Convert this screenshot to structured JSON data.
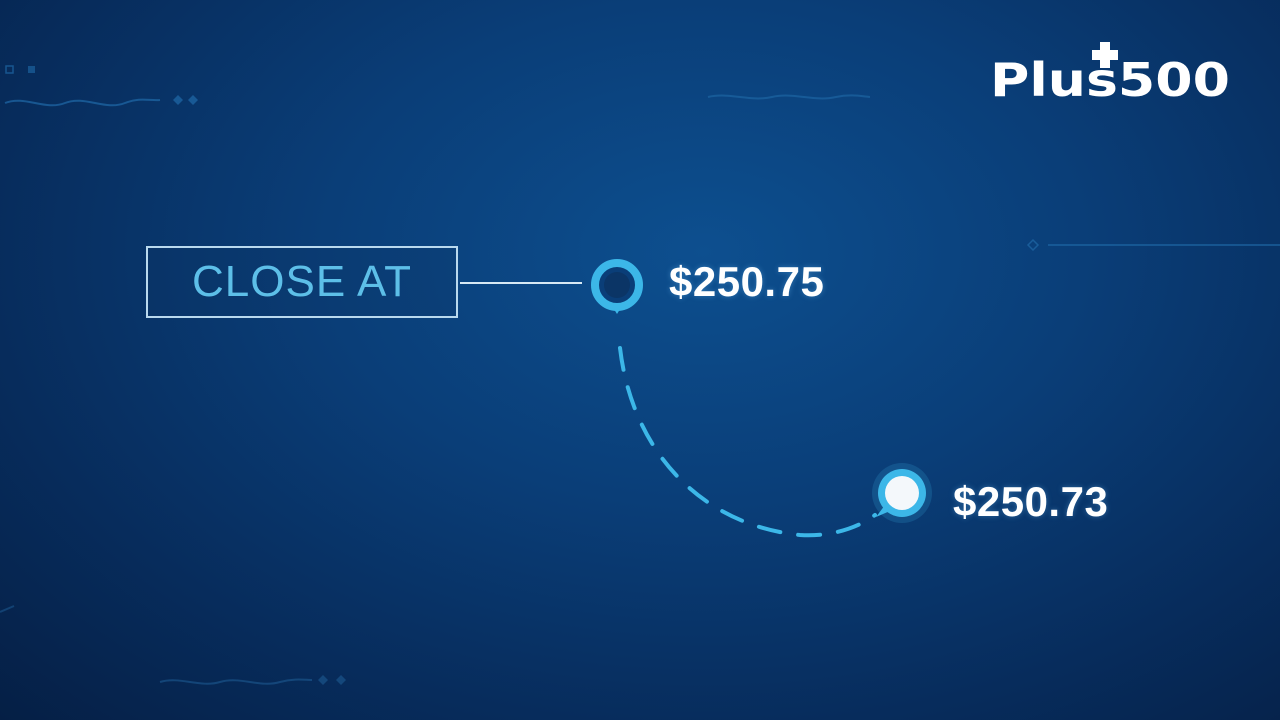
{
  "brand": {
    "logo_text": "Plus500"
  },
  "close_at": {
    "label": "CLOSE AT"
  },
  "prices": {
    "initial": "$250.75",
    "current": "$250.73"
  },
  "colors": {
    "background_dark": "#051f45",
    "background_mid": "#0a3e78",
    "accent_cyan": "#3cb7e8",
    "label_text": "#5dbfe8",
    "price_text": "#ffffff"
  }
}
